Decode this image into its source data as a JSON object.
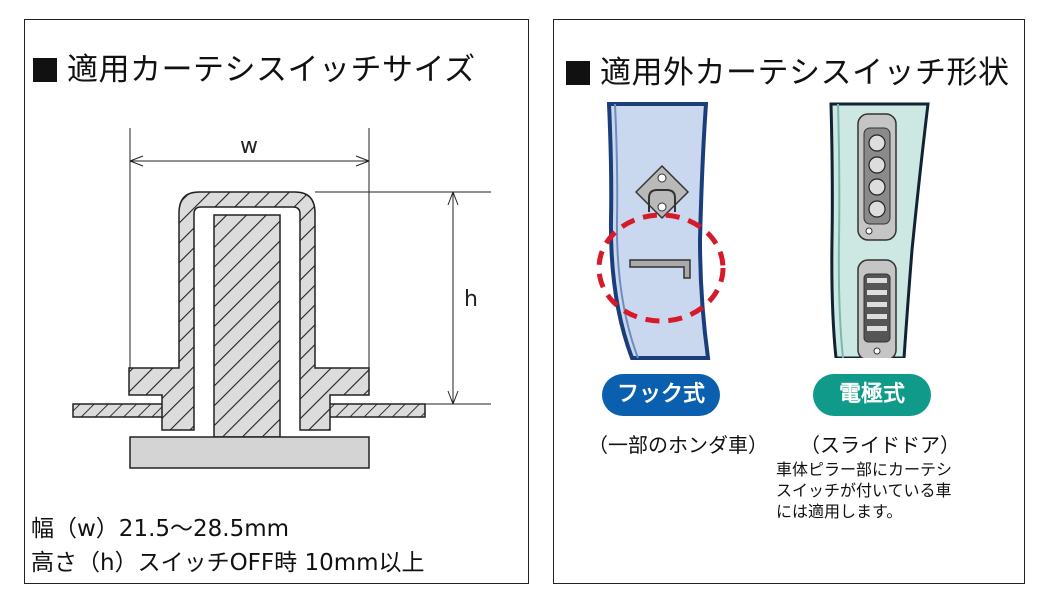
{
  "left_panel": {
    "title": "適用カーテシスイッチサイズ",
    "diagram": {
      "width_label": "w",
      "height_label": "h"
    },
    "spec_width": "幅（w）21.5〜28.5mm",
    "spec_height": "高さ（h）スイッチOFF時 10mm以上"
  },
  "right_panel": {
    "title": "適用外カーテシスイッチ形状",
    "hook_type": {
      "label": "フック式",
      "caption": "（一部のホンダ車）",
      "color": "#0a5fae"
    },
    "electrode_type": {
      "label": "電極式",
      "caption": "（スライドドア）",
      "note_lines": [
        "車体ピラー部にカーテシ",
        "スイッチが付いている車",
        "には適用します。"
      ],
      "color": "#109a8a"
    }
  },
  "colors": {
    "hatch": "#222222",
    "panel_blue": "#c9d8ee",
    "panel_teal": "#cde8e2",
    "highlight": "#d61a2a"
  }
}
